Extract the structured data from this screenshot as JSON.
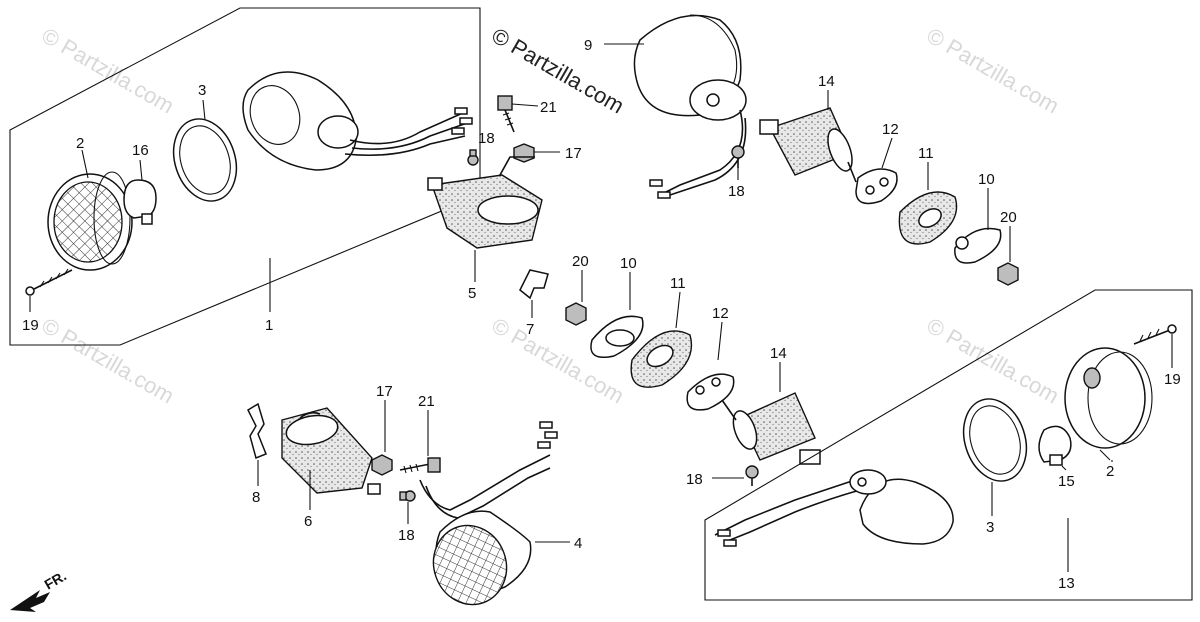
{
  "watermark": {
    "text": "© Partzilla.com"
  },
  "front_marker": "FR.",
  "callouts": [
    "1",
    "2",
    "3",
    "4",
    "5",
    "6",
    "7",
    "8",
    "9",
    "10",
    "11",
    "12",
    "13",
    "14",
    "15",
    "16",
    "17",
    "18",
    "19",
    "20",
    "21"
  ]
}
